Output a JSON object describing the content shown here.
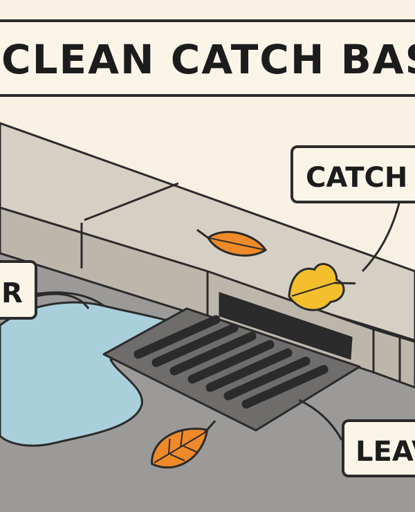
{
  "title": "CLEAN CATCH BASIN",
  "labels": {
    "catch": "CATCH",
    "water": "R",
    "leaves": "LEAV"
  },
  "colors": {
    "background": "#f7f0e3",
    "outline": "#2a2a2a",
    "curb_top": "#d6cfc4",
    "curb_face": "#bdb6ab",
    "road": "#9c9a98",
    "water": "#a9cfdb",
    "grate": "#6f6d6b",
    "slot": "#2b2b2b",
    "leaf_orange": "#ee8a2a",
    "leaf_yellow": "#f3bf2c"
  },
  "icons": [
    "leaf-icon",
    "storm-drain-grate-icon",
    "puddle-icon"
  ]
}
